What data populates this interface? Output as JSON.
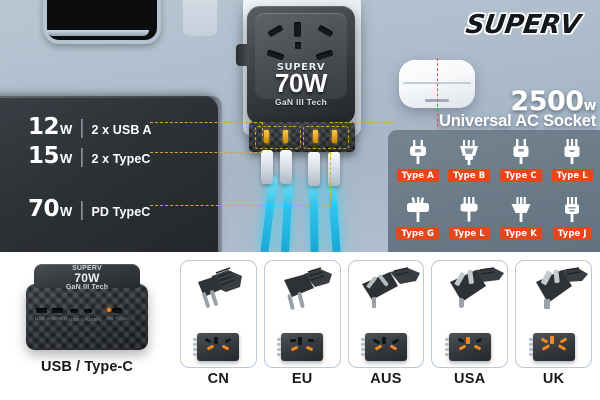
{
  "brand": {
    "logo": "SUPERV"
  },
  "hero": {
    "device_brand": "SUPERV",
    "device_watt": "70W",
    "device_tech": "GaN III Tech"
  },
  "specs": [
    {
      "watt": "12",
      "unit": "W",
      "divider": "|",
      "label": "2 x USB A"
    },
    {
      "watt": "15",
      "unit": "W",
      "divider": "|",
      "label": "2 x TypeC"
    },
    {
      "watt": "70",
      "unit": "W",
      "divider": "|",
      "label": "PD TypeC"
    }
  ],
  "ac_panel": {
    "watt": "2500",
    "watt_unit": "w",
    "title": "Universal AC Socket",
    "badge_color": "#e5471d",
    "panel_color": "#6b7b88",
    "plug_types": [
      {
        "name": "Type A",
        "icon": "plug-type-a-icon"
      },
      {
        "name": "Type B",
        "icon": "plug-type-b-icon"
      },
      {
        "name": "Type C",
        "icon": "plug-type-c-icon"
      },
      {
        "name": "Type L",
        "icon": "plug-type-l-icon"
      },
      {
        "name": "Type G",
        "icon": "plug-type-g-icon"
      },
      {
        "name": "Type L",
        "icon": "plug-type-l2-icon"
      },
      {
        "name": "Type K",
        "icon": "plug-type-k-icon"
      },
      {
        "name": "Type J",
        "icon": "plug-type-j-icon"
      }
    ]
  },
  "product": {
    "top_brand": "SUPERV",
    "top_watt": "70W",
    "top_tech": "GaN III Tech",
    "caption": "USB / Type-C",
    "port_labels": [
      "USB A+USB A",
      "USB-C+USB-C",
      "PD TypeC"
    ]
  },
  "countries": [
    {
      "label": "CN",
      "plug": "plug-cn-icon"
    },
    {
      "label": "EU",
      "plug": "plug-eu-icon"
    },
    {
      "label": "AUS",
      "plug": "plug-aus-icon"
    },
    {
      "label": "USA",
      "plug": "plug-usa-icon"
    },
    {
      "label": "UK",
      "plug": "plug-uk-icon"
    }
  ],
  "accent": {
    "dash_line": "#d7a52a",
    "cable_glow": "#2fc3ec",
    "orange": "#f08a22"
  }
}
